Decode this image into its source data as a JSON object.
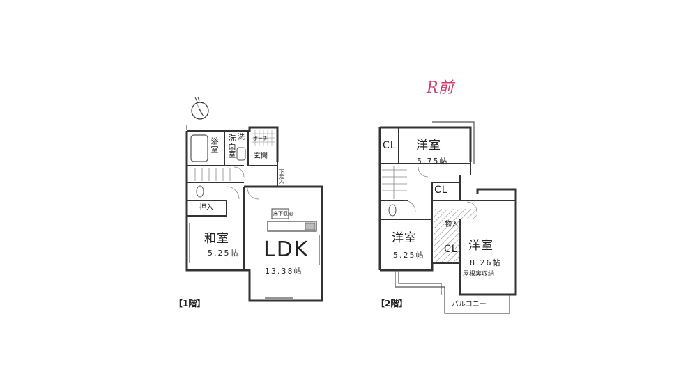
{
  "handwritten_note": "R前",
  "floor1": {
    "label": "【1階】",
    "rooms": {
      "bath": "浴室",
      "washroom": "洗面室",
      "wash_small": "洗",
      "porch": "ポーチ",
      "entrance": "玄関",
      "storage_push": "押入",
      "washitsu_name": "和室",
      "washitsu_size": "5.25帖",
      "ldk_name": "LDK",
      "ldk_size": "13.38帖",
      "underfloor": "床下収納",
      "shoebox": "下足入"
    }
  },
  "floor2": {
    "label": "【2階】",
    "rooms": {
      "cl_top": "CL",
      "yoshitsu_a_name": "洋室",
      "yoshitsu_a_size": "5.75帖",
      "cl_mid": "CL",
      "yoshitsu_b_name": "洋室",
      "yoshitsu_b_size": "5.25帖",
      "storage": "物入",
      "cl_low": "CL",
      "yoshitsu_c_name": "洋室",
      "yoshitsu_c_size": "8.26帖",
      "attic": "屋根裏収納",
      "balcony": "バルコニー"
    }
  }
}
